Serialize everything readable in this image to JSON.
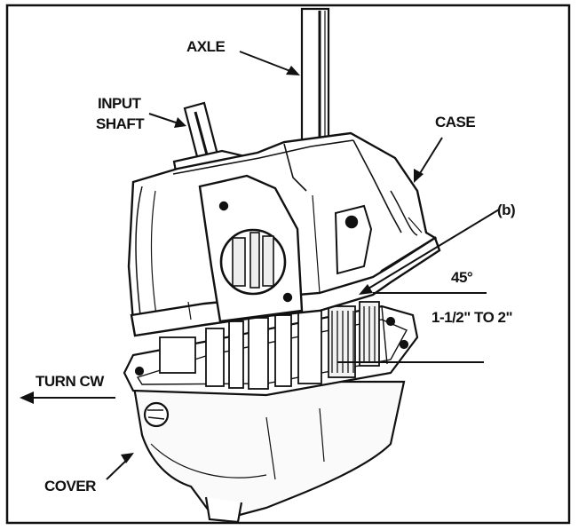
{
  "labels": {
    "axle": "AXLE",
    "input_shaft_line1": "INPUT",
    "input_shaft_line2": "SHAFT",
    "case": "CASE",
    "b_marker": "(b)",
    "angle": "45°",
    "measurement": "1-1/2\"  TO  2\"",
    "turn": "TURN  CW",
    "cover": "COVER"
  }
}
